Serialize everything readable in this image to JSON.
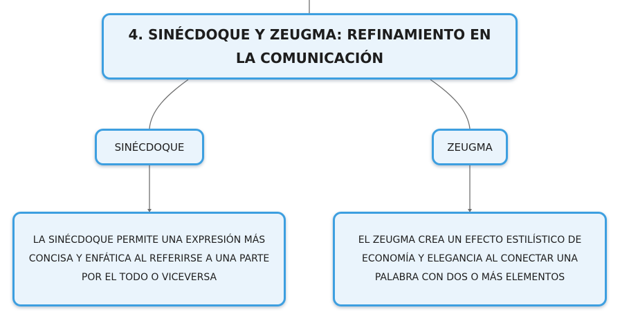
{
  "root": {
    "title": "4. SINÉCDOQUE Y ZEUGMA: REFINAMIENTO EN LA COMUNICACIÓN"
  },
  "branches": [
    {
      "label": "SINÉCDOQUE",
      "detail": "LA SINÉCDOQUE PERMITE UNA EXPRESIÓN MÁS CONCISA Y ENFÁTICA AL REFERIRSE A UNA PARTE POR EL TODO O VICEVERSA"
    },
    {
      "label": "ZEUGMA",
      "detail": "EL ZEUGMA CREA UN EFECTO ESTILÍSTICO DE ECONOMÍA Y ELEGANCIA AL CONECTAR UNA PALABRA CON DOS O MÁS ELEMENTOS"
    }
  ],
  "colors": {
    "border": "#3d9fe0",
    "fill": "#eaf4fc",
    "connector": "#6f6f6f"
  }
}
